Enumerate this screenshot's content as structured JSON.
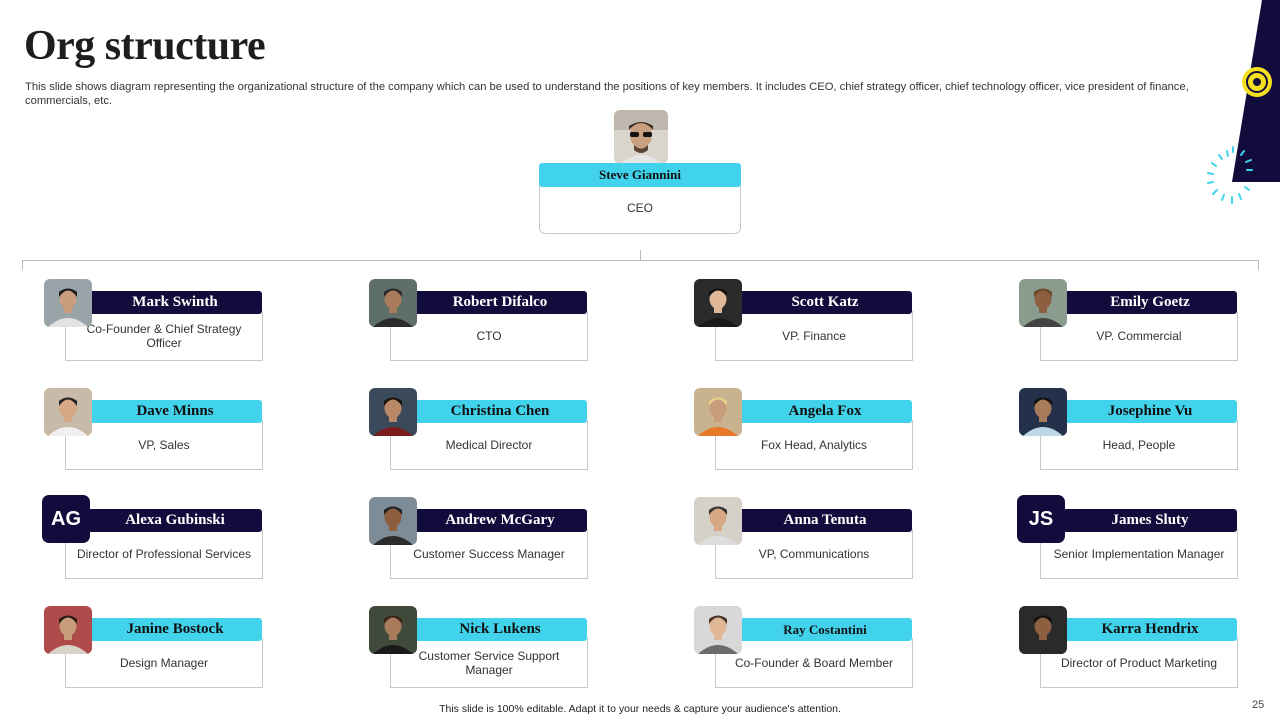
{
  "title": "Org structure",
  "description": "This slide shows diagram representing the organizational structure of the company which can be used to understand the positions of key  members. It includes CEO, chief strategy officer, chief technology officer, vice president of finance, commercials, etc.",
  "ceo": {
    "name": "Steve Giannini",
    "role": "CEO"
  },
  "members": [
    {
      "name": "Mark Swinth",
      "role": "Co-Founder & Chief Strategy Officer",
      "style": "dark",
      "initials": ""
    },
    {
      "name": "Robert Difalco",
      "role": "CTO",
      "style": "dark",
      "initials": ""
    },
    {
      "name": "Scott Katz",
      "role": "VP.  Finance",
      "style": "dark",
      "initials": ""
    },
    {
      "name": "Emily Goetz",
      "role": "VP.  Commercial",
      "style": "dark",
      "initials": ""
    },
    {
      "name": "Dave Minns",
      "role": "VP,  Sales",
      "style": "light",
      "initials": ""
    },
    {
      "name": "Christina Chen",
      "role": "Medical Director",
      "style": "light",
      "initials": ""
    },
    {
      "name": "Angela Fox",
      "role": "Fox Head, Analytics",
      "style": "light",
      "initials": ""
    },
    {
      "name": "Josephine Vu",
      "role": "Head, People",
      "style": "light",
      "initials": ""
    },
    {
      "name": "Alexa Gubinski",
      "role": "Director of Professional Services",
      "style": "dark",
      "initials": "AG"
    },
    {
      "name": "Andrew McGary",
      "role": "Customer Success Manager",
      "style": "dark",
      "initials": ""
    },
    {
      "name": "Anna Tenuta",
      "role": "VP,  Communications",
      "style": "dark",
      "initials": ""
    },
    {
      "name": "James Sluty",
      "role": "Senior Implementation Manager",
      "style": "dark",
      "initials": "JS"
    },
    {
      "name": "Janine Bostock",
      "role": "Design Manager",
      "style": "light",
      "initials": ""
    },
    {
      "name": "Nick Lukens",
      "role": "Customer Service Support Manager",
      "style": "light",
      "initials": ""
    },
    {
      "name": "Ray Costantini",
      "role": "Co-Founder & Board Member",
      "style": "light",
      "initials": ""
    },
    {
      "name": "Karra Hendrix",
      "role": "Director of Product Marketing",
      "style": "light",
      "initials": ""
    }
  ],
  "footer": "This slide is 100% editable.  Adapt it to your needs & capture your audience's attention.",
  "page_number": "25",
  "colors": {
    "dark": "#120c3c",
    "accent": "#42d3ec",
    "yellow": "#f5e020"
  }
}
